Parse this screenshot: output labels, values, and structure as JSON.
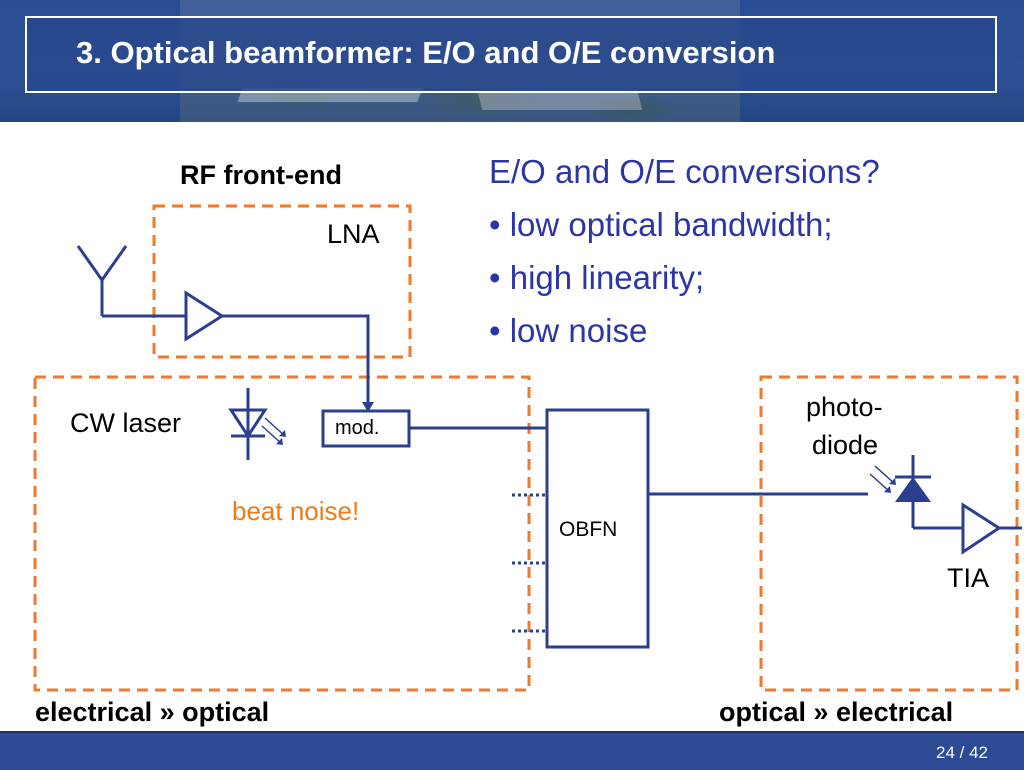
{
  "slide": {
    "title": "3. Optical beamformer: E/O and O/E conversion",
    "page": "24 / 42"
  },
  "diagram": {
    "rf_frontend_label": "RF front-end",
    "lna_label": "LNA",
    "cw_laser_label": "CW laser",
    "mod_label": "mod.",
    "beat_noise_label": "beat noise!",
    "obfn_label": "OBFN",
    "photodiode_label_1": "photo-",
    "photodiode_label_2": "diode",
    "tia_label": "TIA",
    "eo_label": "electrical » optical",
    "oe_label": "optical » electrical"
  },
  "bullets": {
    "heading": "E/O and O/E conversions?",
    "items": [
      "• low optical bandwidth;",
      "• high linearity;",
      "• low noise"
    ]
  },
  "colors": {
    "header_blue": "#2d4b94",
    "line_blue": "#2c3f8f",
    "dash_orange": "#f07a2a",
    "text_blue": "#2b35a8",
    "beat_noise_orange": "#f07a18"
  }
}
